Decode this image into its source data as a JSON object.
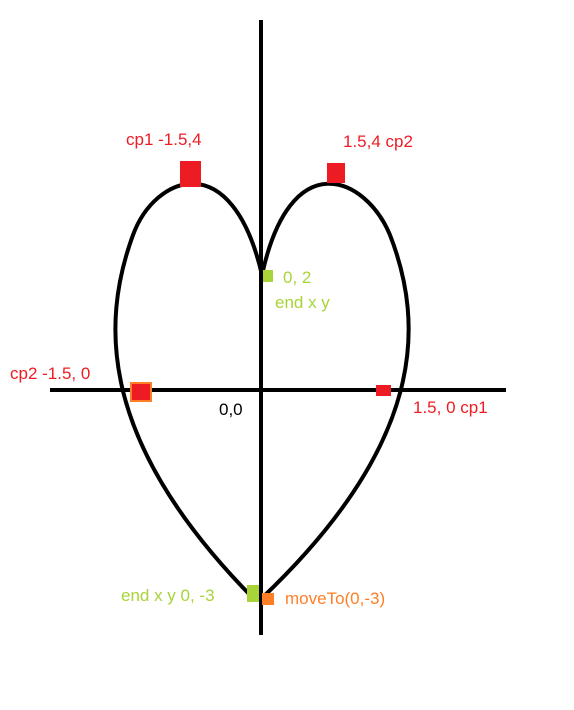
{
  "labels": {
    "cp1_top": "cp1  -1.5,4",
    "cp2_top": "1.5,4  cp2",
    "end_mid_value": "0, 2",
    "end_mid_name": "end x y",
    "cp2_left": "cp2   -1.5, 0",
    "origin": "0,0",
    "cp1_right": "1.5, 0  cp1",
    "end_bottom": "end x y  0, -3",
    "move_to": "moveTo(0,-3)"
  },
  "colors": {
    "curve": "#000000",
    "axes": "#000000",
    "control_point": "#ed1c24",
    "end_point": "#a8d43a",
    "start_point": "#ff7f27"
  }
}
